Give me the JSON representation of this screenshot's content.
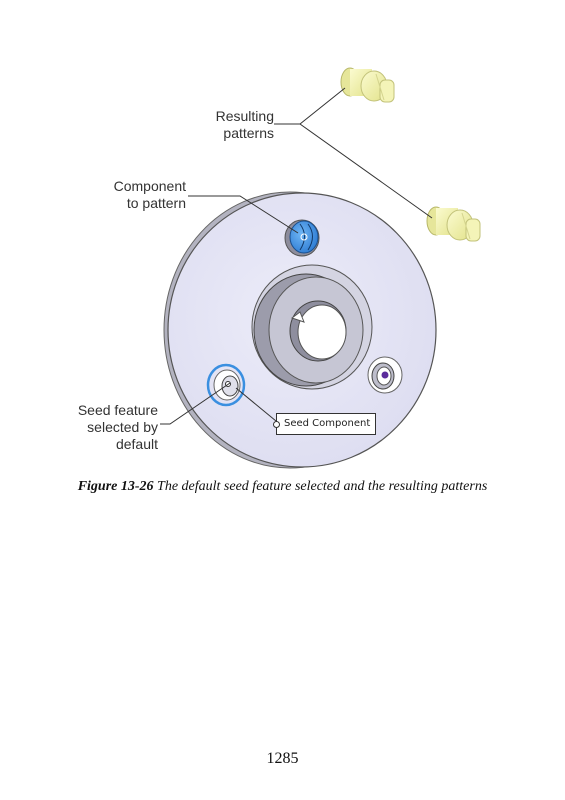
{
  "figure": {
    "callouts": {
      "resulting_patterns": [
        "Resulting",
        "patterns"
      ],
      "component_to_pattern": [
        "Component",
        "to pattern"
      ],
      "seed_feature": [
        "Seed feature",
        "selected by",
        "default"
      ]
    },
    "seed_component_label": "Seed Component"
  },
  "caption": {
    "number": "Figure 13-26",
    "text": " The default seed feature selected and the resulting patterns"
  },
  "page_number": "1285",
  "colors": {
    "disk_face": "#e4e4f6",
    "disk_edge": "#b9b9c7",
    "selection_blue": "#3a8fe0",
    "pin_yellow": "#f3f3a6"
  }
}
